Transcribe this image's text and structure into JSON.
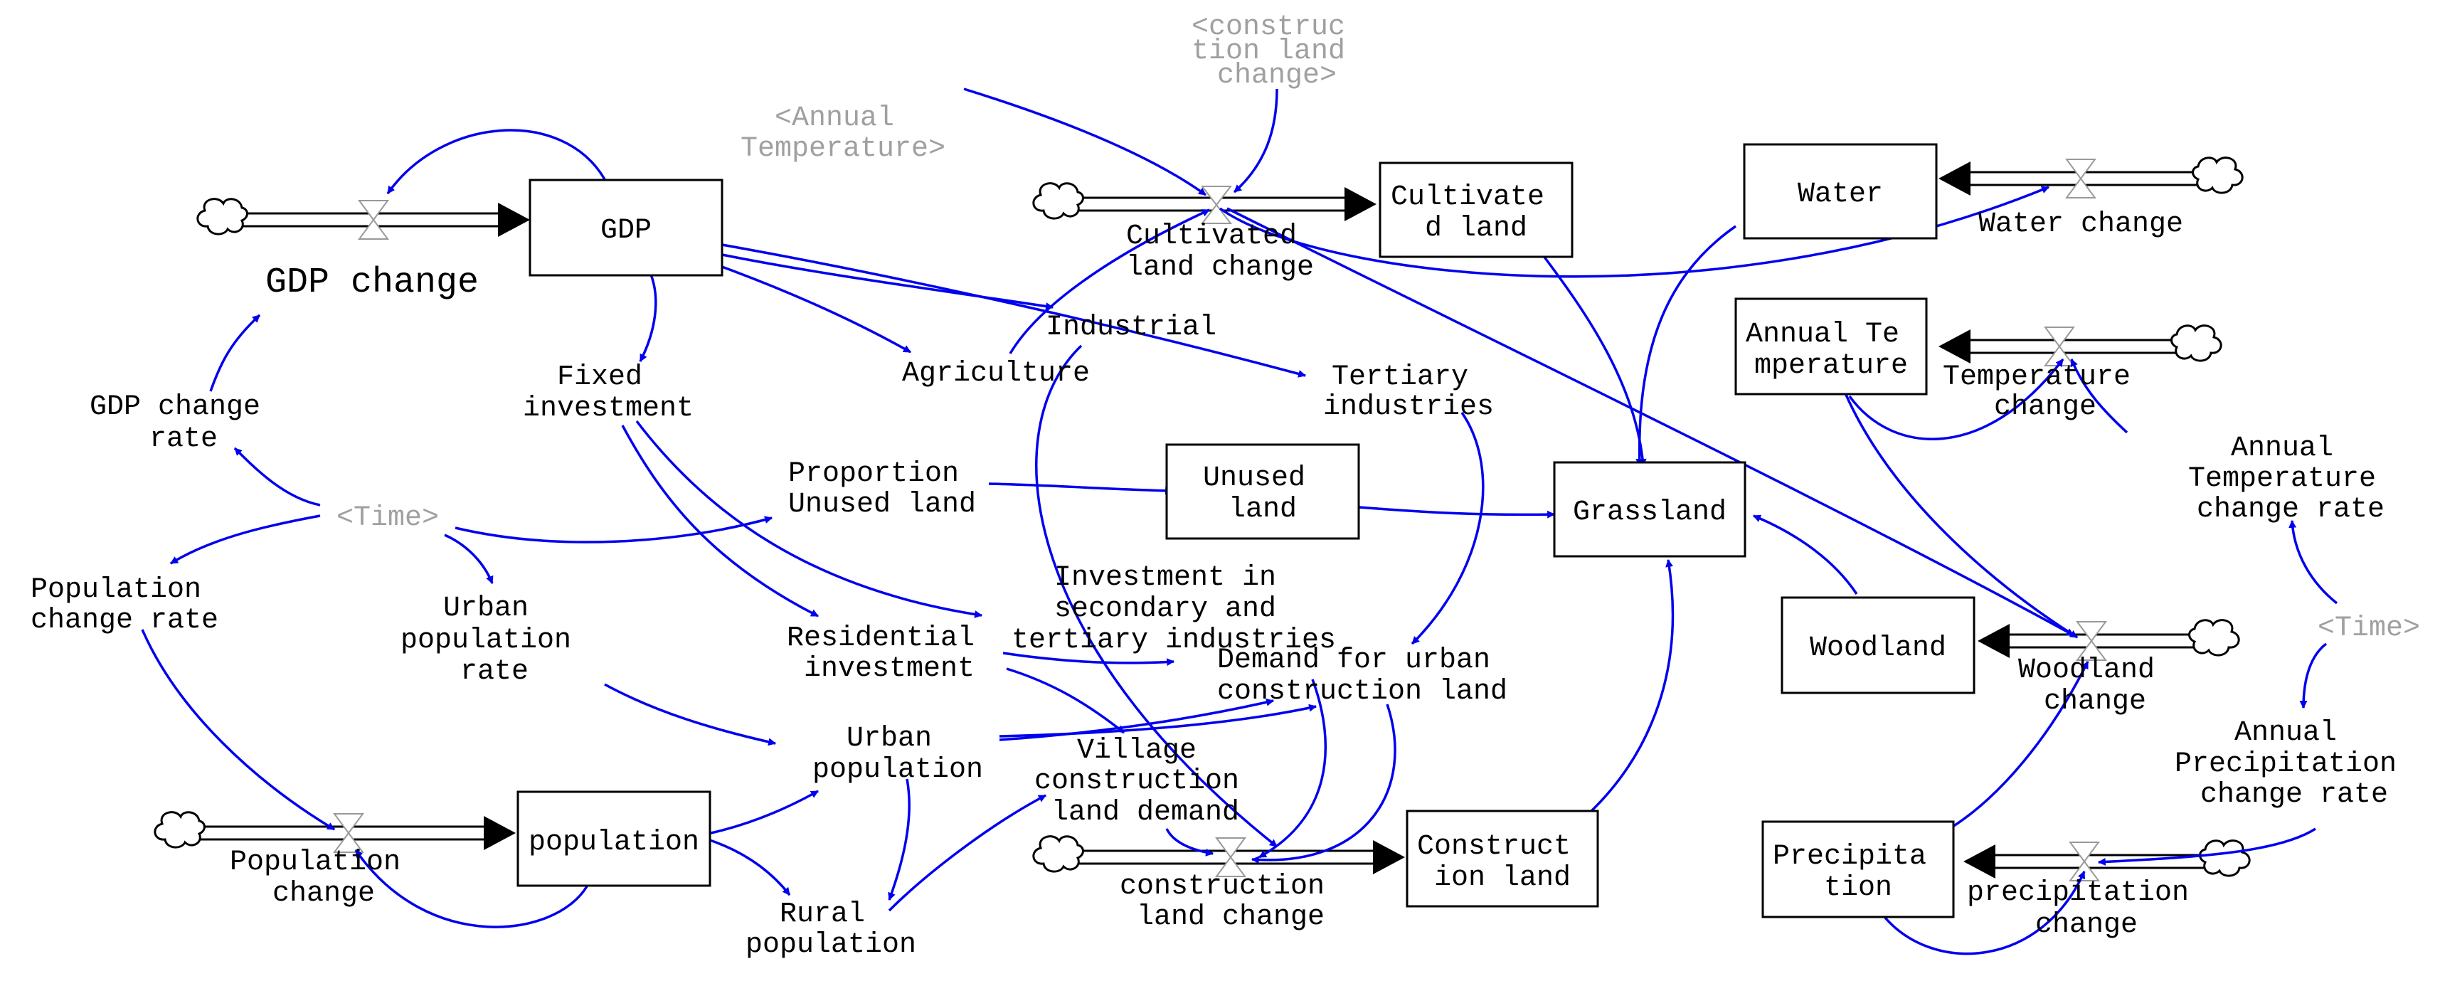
{
  "stocks": {
    "gdp": "GDP",
    "cultivated_land": [
      "Cultivate",
      "d land"
    ],
    "water": "Water",
    "annual_temperature": [
      "Annual Te",
      "mperature"
    ],
    "unused_land": [
      "Unused",
      "land"
    ],
    "grassland": "Grassland",
    "woodland": "Woodland",
    "population": "population",
    "construction_land": [
      "Construct",
      "ion land"
    ],
    "precipitation": [
      "Precipita",
      "tion"
    ]
  },
  "flows": {
    "gdp_change": "GDP change",
    "cultivated_land_change": [
      "Cultivated",
      "land change"
    ],
    "water_change": "Water change",
    "temperature_change": [
      "Temperature",
      "change"
    ],
    "woodland_change": [
      "Woodland",
      "change"
    ],
    "population_change": [
      "Population",
      "change"
    ],
    "construction_land_change": [
      "construction",
      "land change"
    ],
    "precipitation_change": [
      "precipitation",
      "change"
    ]
  },
  "variables": {
    "gdp_change_rate": [
      "GDP change",
      "rate"
    ],
    "fixed_investment": [
      "Fixed",
      "investment"
    ],
    "agriculture": "Agriculture",
    "industrial": "Industrial",
    "tertiary_industries": [
      "Tertiary",
      "industries"
    ],
    "proportion_unused_land": [
      "Proportion",
      "Unused land"
    ],
    "population_change_rate": [
      "Population",
      "change rate"
    ],
    "urban_population_rate": [
      "Urban",
      "population",
      "rate"
    ],
    "residential_investment": [
      "Residential",
      "investment"
    ],
    "investment_secondary_tertiary": [
      "Investment in",
      "secondary and",
      "tertiary industries"
    ],
    "demand_urban_construction_land": [
      "Demand for urban",
      "construction land"
    ],
    "urban_population": [
      "Urban",
      "population"
    ],
    "village_construction_land_demand": [
      "Village",
      "construction",
      "land demand"
    ],
    "rural_population": [
      "Rural",
      "population"
    ],
    "annual_temperature_change_rate": [
      "Annual",
      "Temperature",
      "change rate"
    ],
    "annual_precipitation_change_rate": [
      "Annual",
      "Precipitation",
      "change rate"
    ]
  },
  "shadow_variables": {
    "annual_temperature": [
      "<Annual",
      "Temperature>"
    ],
    "construction_land_change": [
      "<construc",
      "tion land",
      "change>"
    ],
    "time_left": "<Time>",
    "time_right": "<Time>"
  },
  "colors": {
    "link": "#0000ee",
    "shadow_text": "#a0a0a0",
    "stock_border": "#000000",
    "background": "#ffffff"
  }
}
